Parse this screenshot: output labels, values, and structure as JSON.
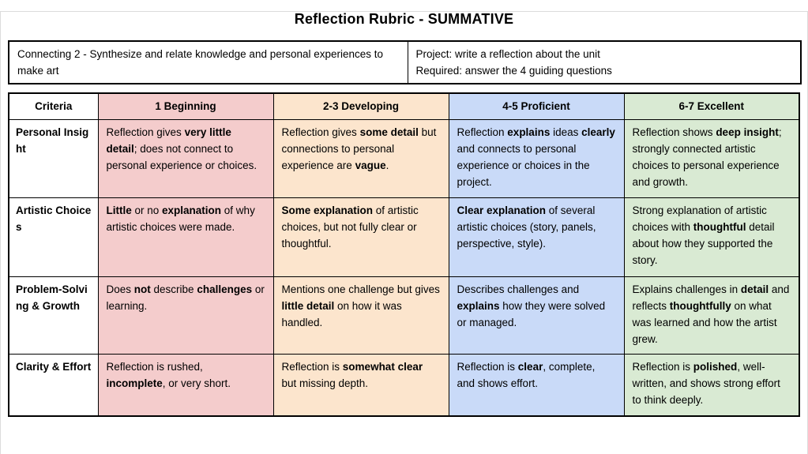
{
  "page": {
    "title": "Reflection Rubric - SUMMATIVE"
  },
  "info": {
    "standard": "Connecting 2 - Synthesize and relate knowledge and personal experiences to make art",
    "project": "Project: write a reflection about the unit",
    "required": "Required: answer the 4 guiding questions"
  },
  "colors": {
    "beginning": "#f4cccc",
    "developing": "#fce5cd",
    "proficient": "#c9daf8",
    "excellent": "#d9ead3",
    "border": "#000000"
  },
  "rubric": {
    "headers": [
      {
        "key": "criteria",
        "label": "Criteria",
        "color": ""
      },
      {
        "key": "beginning",
        "label": "1 Beginning",
        "color": "#f4cccc"
      },
      {
        "key": "developing",
        "label": "2-3 Developing",
        "color": "#fce5cd"
      },
      {
        "key": "proficient",
        "label": "4-5 Proficient",
        "color": "#c9daf8"
      },
      {
        "key": "excellent",
        "label": "6-7 Excellent",
        "color": "#d9ead3"
      }
    ],
    "rows": [
      {
        "criteria": "Personal Insight",
        "cells": [
          "Reflection gives **very little detail**; does not connect to personal experience or choices.",
          "Reflection gives **some detail** but connections to personal experience are **vague**.",
          "Reflection **explains** ideas **clearly** and connects to personal experience or choices in the project.",
          "Reflection shows **deep insight**; strongly connected artistic choices to personal experience and growth."
        ]
      },
      {
        "criteria": "Artistic Choices",
        "cells": [
          "**Little** or no **explanation** of why artistic choices were made.",
          "**Some explanation** of artistic choices, but not fully clear or thoughtful.",
          "**Clear explanation** of several artistic choices (story, panels, perspective, style).",
          "Strong explanation of artistic choices with **thoughtful** detail about how they supported the story."
        ]
      },
      {
        "criteria": "Problem-Solving & Growth",
        "cells": [
          "Does **not** describe **challenges** or learning.",
          "Mentions one challenge but gives **little detail** on how it was handled.",
          "Describes challenges and **explains** how they were solved or managed.",
          "Explains challenges in **detail** and reflects **thoughtfully** on what was learned and how the artist grew."
        ]
      },
      {
        "criteria": "Clarity & Effort",
        "cells": [
          "Reflection is rushed, **incomplete**, or very short.",
          "Reflection is **somewhat clear** but missing depth.",
          "Reflection is **clear**, complete, and shows effort.",
          "Reflection is **polished**, well-written, and shows strong effort to think deeply."
        ]
      }
    ]
  }
}
